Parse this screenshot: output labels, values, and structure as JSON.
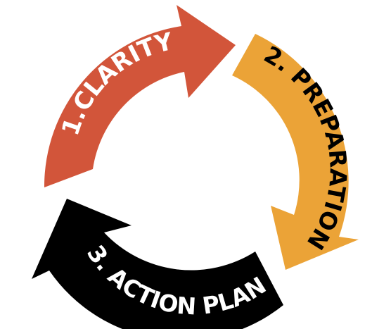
{
  "diagram": {
    "steps": [
      {
        "label": "1.CLARITY",
        "color": "#d2553a",
        "text_color": "#ffffff"
      },
      {
        "label": "2. PREPARATION",
        "color": "#eba337",
        "text_color": "#000000"
      },
      {
        "label": "3. ACTION PLAN",
        "color": "#000000",
        "text_color": "#ffffff"
      }
    ]
  }
}
